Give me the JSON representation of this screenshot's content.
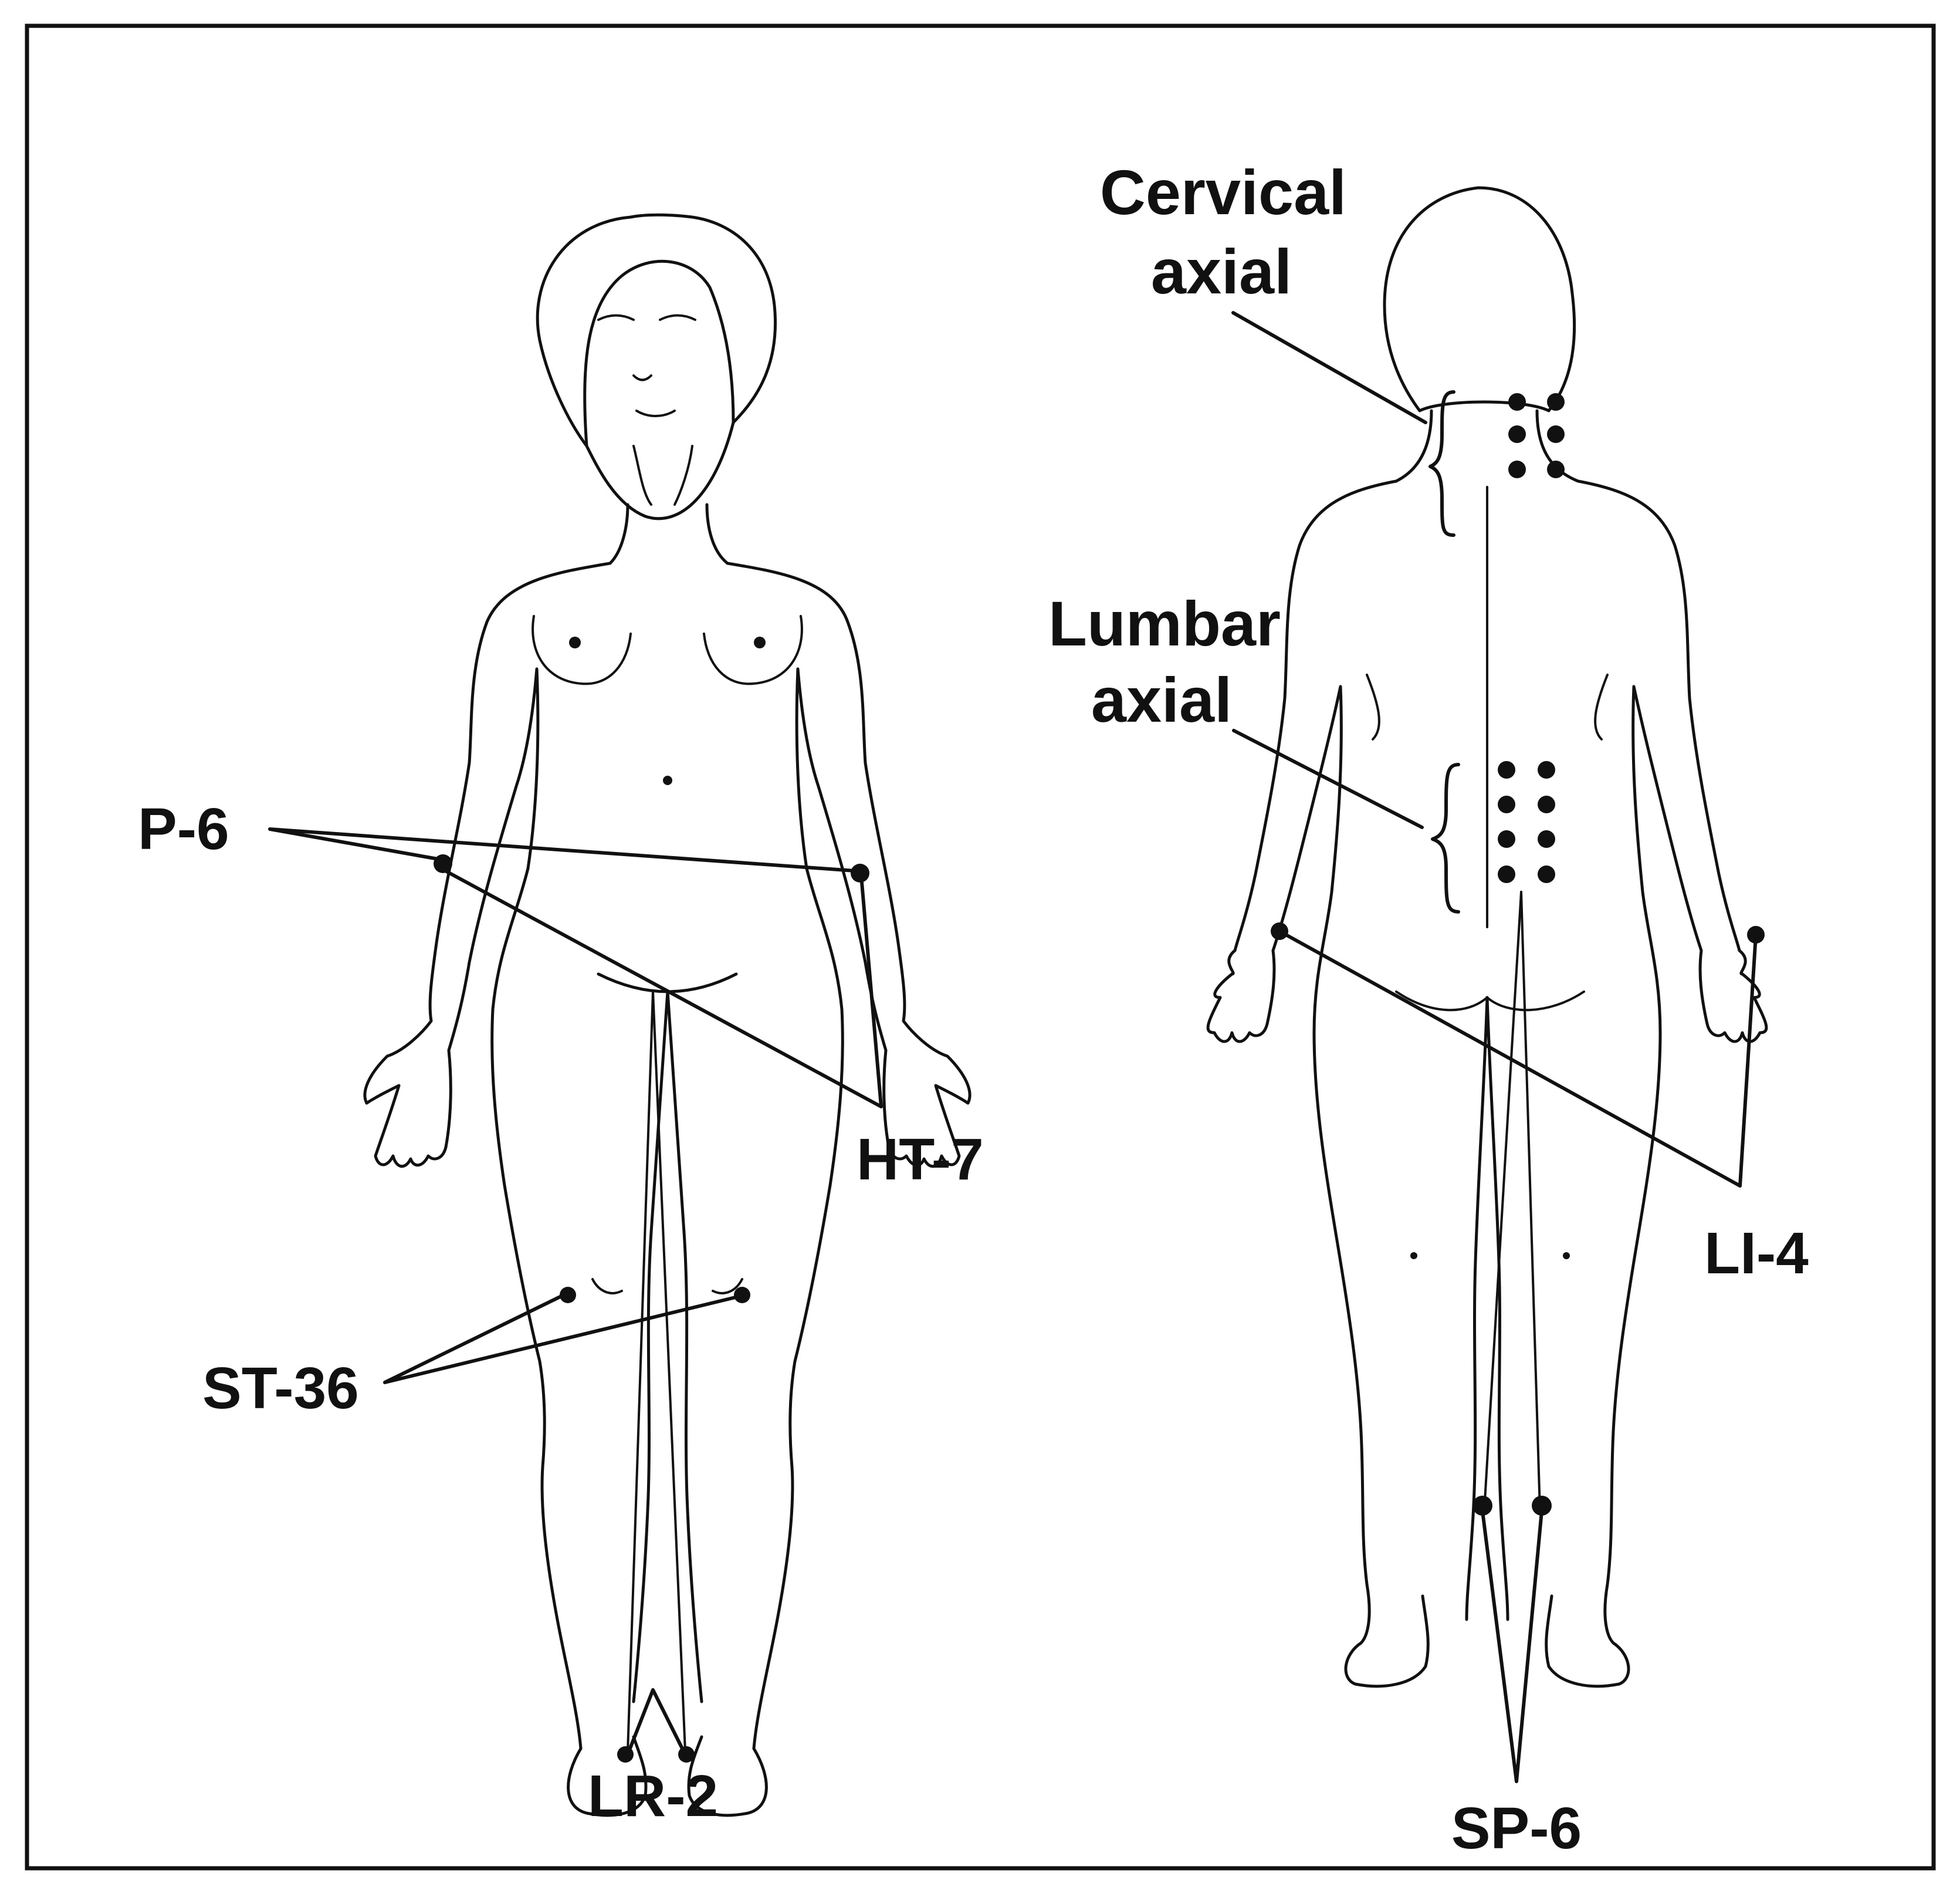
{
  "colors": {
    "ink": "#111111",
    "paper": "#ffffff"
  },
  "figures": {
    "front": {
      "name": "front-view-figure"
    },
    "back": {
      "name": "back-view-figure"
    }
  },
  "labels": {
    "p6": "P-6",
    "ht7": "HT-7",
    "st36": "ST-36",
    "lr2": "LR-2",
    "cervical_line1": "Cervical",
    "cervical_line2": "axial",
    "lumbar_line1": "Lumbar",
    "lumbar_line2": "axial",
    "li4": "LI-4",
    "sp6": "SP-6"
  }
}
